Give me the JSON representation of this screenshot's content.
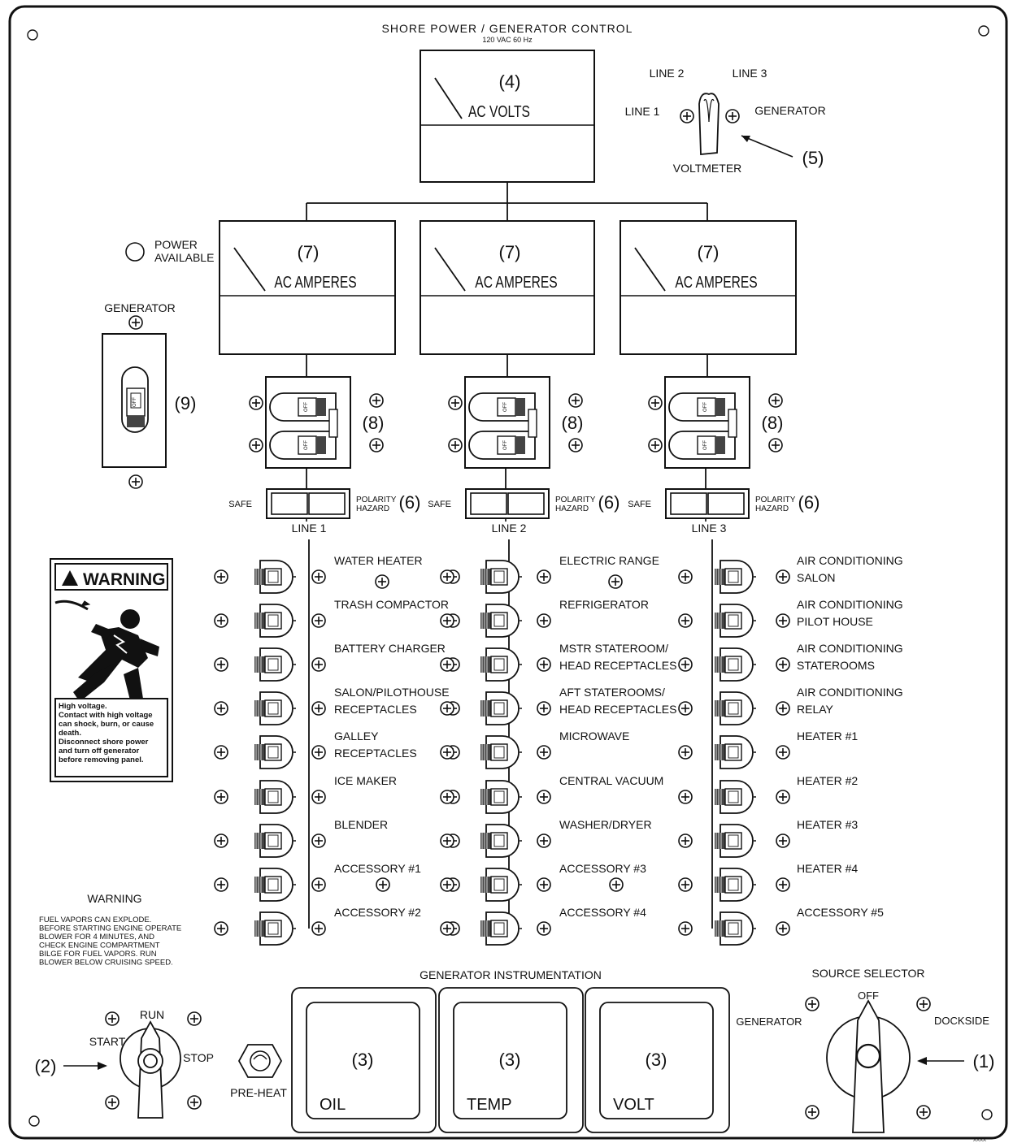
{
  "panel": {
    "title": "SHORE POWER / GENERATOR CONTROL",
    "subtitle": "120 VAC 60 Hz",
    "footer_code": "XXXX"
  },
  "voltmeter": {
    "callout": "(4)",
    "label": "AC VOLTS"
  },
  "voltmeter_selector": {
    "callout": "(5)",
    "line1": "LINE 1",
    "line2": "LINE 2",
    "line3": "LINE 3",
    "generator": "GENERATOR",
    "label": "VOLTMETER"
  },
  "power_available": {
    "line1": "POWER",
    "line2": "AVAILABLE"
  },
  "ammeters": [
    {
      "callout": "(7)",
      "label": "AC AMPERES"
    },
    {
      "callout": "(7)",
      "label": "AC AMPERES"
    },
    {
      "callout": "(7)",
      "label": "AC AMPERES"
    }
  ],
  "main_breakers": {
    "callout": "(8)",
    "off_text": "OFF"
  },
  "polarity": {
    "safe": "SAFE",
    "hazard_line1": "POLARITY",
    "hazard_line2": "HAZARD",
    "callout": "(6)"
  },
  "lines": [
    "LINE 1",
    "LINE 2",
    "LINE 3"
  ],
  "generator_switch": {
    "label": "GENERATOR",
    "callout": "(9)",
    "off_text": "OFF"
  },
  "circuits": {
    "line1": [
      [
        "WATER HEATER"
      ],
      [
        "TRASH COMPACTOR"
      ],
      [
        "BATTERY CHARGER"
      ],
      [
        "SALON/PILOTHOUSE",
        "RECEPTACLES"
      ],
      [
        "GALLEY",
        "RECEPTACLES"
      ],
      [
        "ICE MAKER"
      ],
      [
        "BLENDER"
      ],
      [
        "ACCESSORY #1"
      ],
      [
        "ACCESSORY #2"
      ]
    ],
    "line2": [
      [
        "ELECTRIC RANGE"
      ],
      [
        "REFRIGERATOR"
      ],
      [
        "MSTR STATEROOM/",
        "HEAD RECEPTACLES"
      ],
      [
        "AFT STATEROOMS/",
        "HEAD RECEPTACLES"
      ],
      [
        "MICROWAVE"
      ],
      [
        "CENTRAL VACUUM"
      ],
      [
        "WASHER/DRYER"
      ],
      [
        "ACCESSORY #3"
      ],
      [
        "ACCESSORY #4"
      ]
    ],
    "line3": [
      [
        "AIR CONDITIONING",
        "SALON"
      ],
      [
        "AIR CONDITIONING",
        "PILOT HOUSE"
      ],
      [
        "AIR CONDITIONING",
        "STATEROOMS"
      ],
      [
        "AIR CONDITIONING",
        "RELAY"
      ],
      [
        "HEATER #1"
      ],
      [
        "HEATER #2"
      ],
      [
        "HEATER #3"
      ],
      [
        "HEATER #4"
      ],
      [
        "ACCESSORY #5"
      ]
    ]
  },
  "warning_decal": {
    "title": "WARNING",
    "text": [
      "High voltage.",
      "Contact with high voltage",
      "can shock, burn, or cause",
      "death.",
      "Disconnect shore power",
      "and turn off generator",
      "before removing panel."
    ]
  },
  "fuel_warning": {
    "title": "WARNING",
    "text": [
      "FUEL VAPORS CAN EXPLODE.",
      "BEFORE STARTING ENGINE OPERATE",
      "BLOWER FOR 4 MINUTES,  AND",
      "CHECK ENGINE COMPARTMENT",
      "BILGE FOR FUEL VAPORS. RUN",
      "BLOWER BELOW CRUISING SPEED."
    ]
  },
  "start_switch": {
    "callout": "(2)",
    "run": "RUN",
    "start": "START",
    "stop": "STOP"
  },
  "preheat": {
    "label": "PRE-HEAT"
  },
  "instrumentation": {
    "title": "GENERATOR INSTRUMENTATION",
    "gauges": [
      {
        "callout": "(3)",
        "label": "OIL"
      },
      {
        "callout": "(3)",
        "label": "TEMP"
      },
      {
        "callout": "(3)",
        "label": "VOLT"
      }
    ]
  },
  "source_selector": {
    "title": "SOURCE SELECTOR",
    "off": "OFF",
    "generator": "GENERATOR",
    "dockside": "DOCKSIDE",
    "callout": "(1)"
  }
}
